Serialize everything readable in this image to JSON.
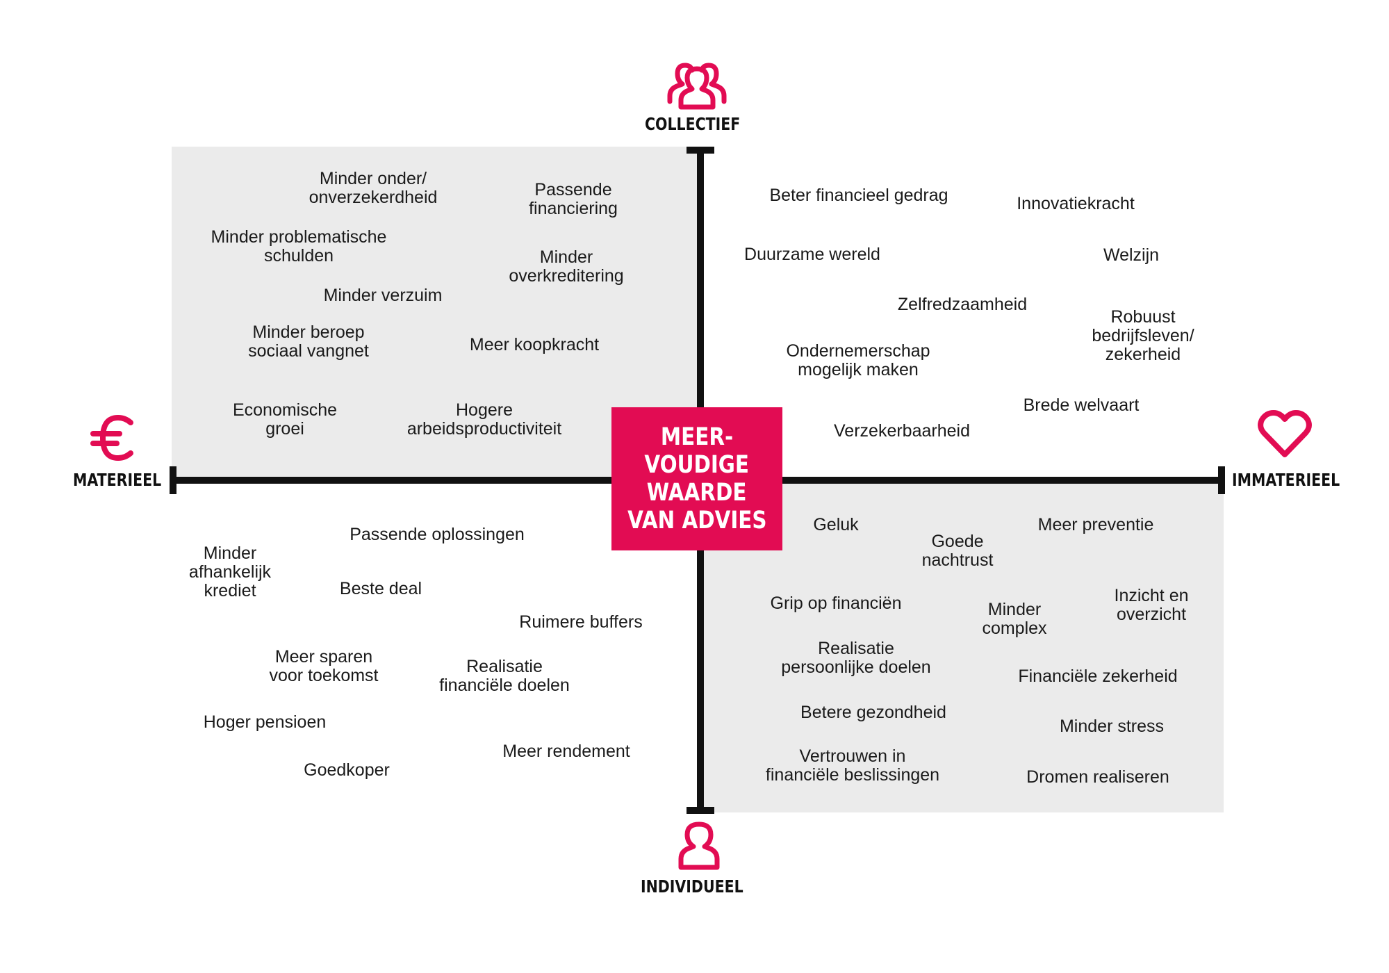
{
  "axes": {
    "top": "COLLECTIEF",
    "bottom": "INDIVIDUEEL",
    "left": "MATERIEEL",
    "right": "IMMATERIEEL"
  },
  "icons": {
    "top": "group-icon",
    "bottom": "person-icon",
    "left": "euro-icon",
    "right": "heart-icon",
    "accent_color": "#e20c53"
  },
  "center": {
    "lines": [
      "MEER-",
      "VOUDIGE",
      "WAARDE",
      "VAN ADVIES"
    ],
    "background": "#e20c53"
  },
  "quadrant_colors": {
    "shaded": "#ebebeb",
    "axis": "#111111"
  },
  "terms": {
    "materieel_collectief": [
      "Minder onder/\nonverzekerdheid",
      "Passende\nfinanciering",
      "Minder problematische\nschulden",
      "Minder\noverkreditering",
      "Minder verzuim",
      "Minder beroep\nsociaal vangnet",
      "Meer koopkracht",
      "Economische\ngroei",
      "Hogere\narbeidsproductiviteit"
    ],
    "immaterieel_collectief": [
      "Beter financieel gedrag",
      "Innovatiekracht",
      "Duurzame wereld",
      "Welzijn",
      "Zelfredzaamheid",
      "Robuust\nbedrijfsleven/\nzekerheid",
      "Ondernemerschap\nmogelijk maken",
      "Brede welvaart",
      "Verzekerbaarheid"
    ],
    "materieel_individueel": [
      "Passende oplossingen",
      "Minder\nafhankelijk\nkrediet",
      "Beste deal",
      "Ruimere buffers",
      "Meer sparen\nvoor toekomst",
      "Realisatie\nfinanciële doelen",
      "Hoger pensioen",
      "Meer rendement",
      "Goedkoper"
    ],
    "immaterieel_individueel": [
      "Geluk",
      "Goede\nnachtrust",
      "Meer preventie",
      "Grip op financiën",
      "Minder\ncomplex",
      "Inzicht en\noverzicht",
      "Realisatie\npersoonlijke doelen",
      "Financiële zekerheid",
      "Betere gezondheid",
      "Minder stress",
      "Vertrouwen in\nfinanciële beslissingen",
      "Dromen realiseren"
    ]
  }
}
